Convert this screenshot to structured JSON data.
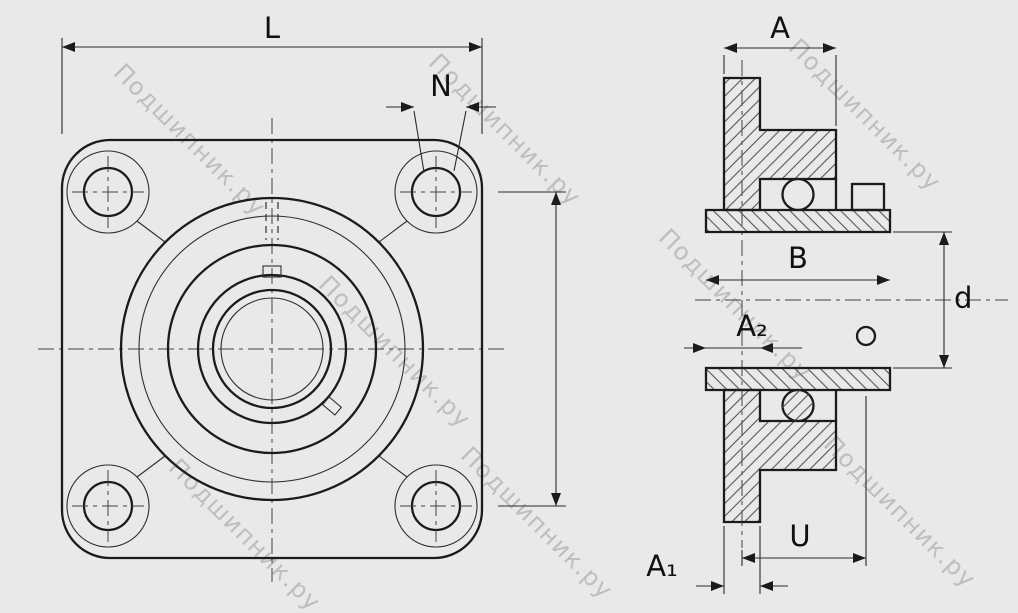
{
  "page": {
    "background_color": "#e9e9e9",
    "watermark_text": "Подшипник.ру",
    "watermark_color": "rgba(148,148,148,0.5)",
    "line_color": "#1b1b1b"
  },
  "front_view": {
    "dims": {
      "L": "L",
      "N": "N"
    }
  },
  "side_view": {
    "dims": {
      "A": "A",
      "B": "B",
      "A2": "A₂",
      "d": "d",
      "U": "U",
      "A1": "A₁"
    }
  }
}
